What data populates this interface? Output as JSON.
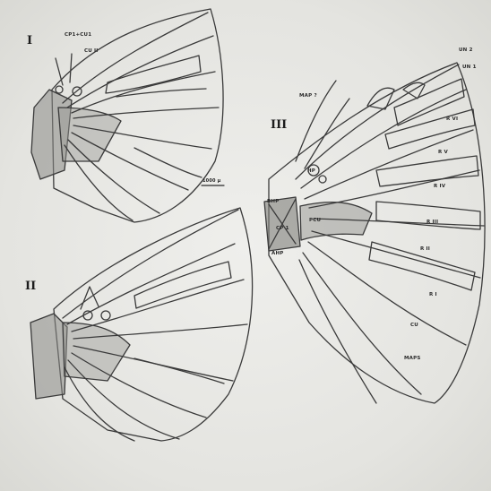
{
  "figures": {
    "fig1": {
      "numeral": "I",
      "labels": {
        "cp_cu": "CP1+CU1",
        "cu2": "CU II"
      }
    },
    "fig2": {
      "numeral": "II"
    },
    "fig3": {
      "numeral": "III",
      "labels": {
        "un2": "UN 2",
        "un1": "UN 1",
        "map": "MAP ?",
        "r6": "R VI",
        "r5": "R V",
        "r4": "R IV",
        "r3": "R III",
        "r2": "R II",
        "r1": "R I",
        "cu": "CU",
        "maps": "MAPS",
        "hp": "HP",
        "cp": "CP 1",
        "pcu": "PCU",
        "ahp": "AHP",
        "bhp": "BHP"
      }
    },
    "scale_bar": "1000 µ"
  }
}
